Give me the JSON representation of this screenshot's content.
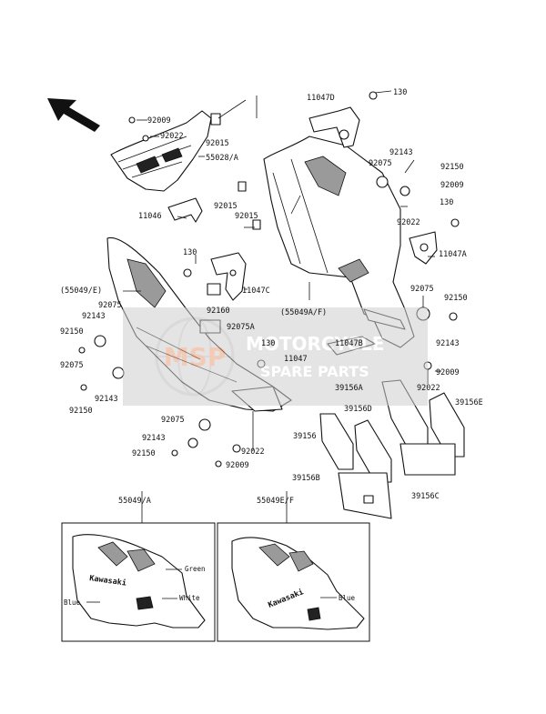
{
  "parts": {
    "p92009_top": "92009",
    "p92022_top": "92022",
    "p92015_top": "92015",
    "p55028a": "55028/A",
    "p11046": "11046",
    "p11047d": "11047D",
    "p130_top": "130",
    "p92143_r": "92143",
    "p92075_r": "92075",
    "p92150_r": "92150",
    "p92009_r": "92009",
    "p130_r": "130",
    "p92022_r": "92022",
    "p11047a": "11047A",
    "p92015_m": "92015",
    "p92015_m2": "92015",
    "p130_l": "130",
    "p55049e": "(55049/E)",
    "p11047c": "11047C",
    "p55049af": "(55049A/F)",
    "p92075_l": "92075",
    "p92143_l": "92143",
    "p92150_l": "92150",
    "p92160": "92160",
    "p92075_r2": "92075",
    "p92150_r2": "92150",
    "p92075_l2": "92075",
    "p92143_l2": "92143",
    "p92150_l2": "92150",
    "p92075a": "92075A",
    "p130_m": "130",
    "p11047b": "11047B",
    "p11047": "11047",
    "p92143_r2": "92143",
    "p92009_r2": "92009",
    "p92022_r2": "92022",
    "p39156a": "39156A",
    "p39156e": "39156E",
    "p92075_b": "92075",
    "p92143_b": "92143",
    "p92150_b": "92150",
    "p92022_b": "92022",
    "p92009_b": "92009",
    "p39156d": "39156D",
    "p39156": "39156",
    "p39156b": "39156B",
    "p39156c": "39156C",
    "p55049a": "55049/A",
    "p55049ef": "55049E/F"
  },
  "insets": {
    "left": {
      "brand": "Kawasaki",
      "colors": [
        "Green",
        "Blue",
        "White"
      ]
    },
    "right": {
      "brand": "Kawasaki",
      "colors": [
        "Blue"
      ]
    }
  },
  "watermark": {
    "logo": "MSP",
    "line1": "MOTORCYCLE",
    "line2": "SPARE PARTS"
  },
  "icons": {
    "direction": "front-direction-arrow-icon"
  },
  "colors": {
    "ink": "#111111",
    "watermark": "#d2d2d2",
    "watermark_text": "#e8a07a"
  }
}
